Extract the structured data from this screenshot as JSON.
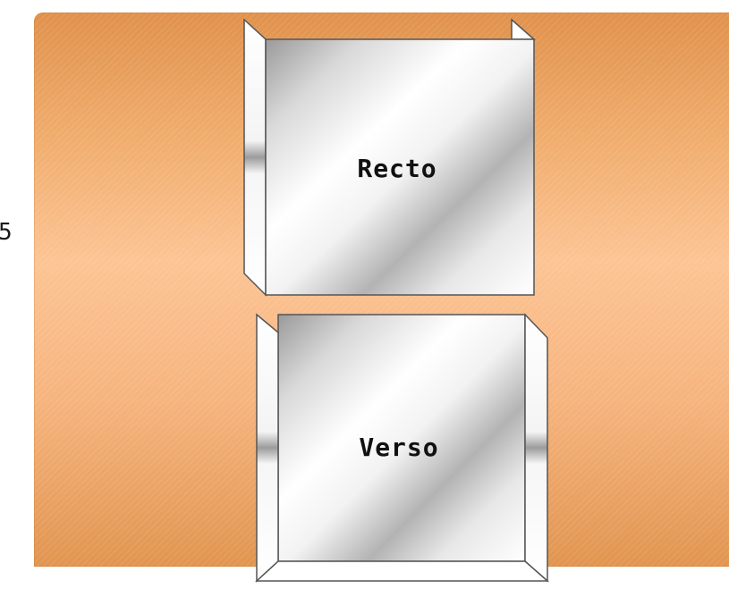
{
  "edge_fragment": "5",
  "cards": {
    "recto": {
      "label": "Recto"
    },
    "verso": {
      "label": "Verso"
    }
  },
  "colors": {
    "panel_orange_dark": "#e0924d",
    "panel_orange_light": "#fcc494",
    "card_silver": "#c8c8c8",
    "card_outline": "#555555"
  }
}
